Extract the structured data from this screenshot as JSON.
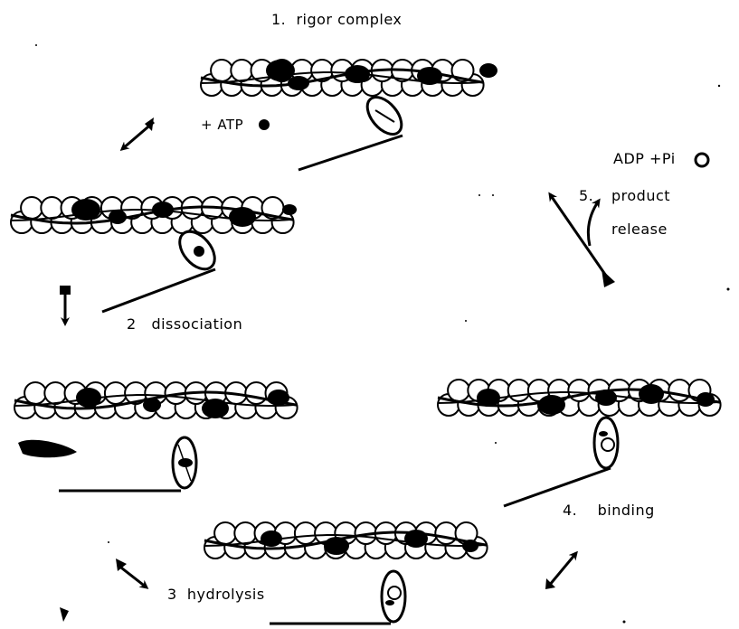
{
  "steps": {
    "rigor": {
      "number": "1.",
      "label": "rigor complex"
    },
    "atp": {
      "label": "+ ATP"
    },
    "dissociation": {
      "number": "2",
      "label": "dissociation"
    },
    "hydrolysis": {
      "number": "3",
      "label": "hydrolysis"
    },
    "binding": {
      "number": "4.",
      "label": "binding"
    },
    "release": {
      "number": "5.",
      "label_line1": "product",
      "label_line2": "release"
    },
    "products": {
      "label": "ADP +Pi"
    }
  },
  "nucleotide_states": {
    "atp_symbol": "filled-circle",
    "products_symbol": "open-circle"
  },
  "colors": {
    "ink": "#000000",
    "paper": "#ffffff"
  }
}
